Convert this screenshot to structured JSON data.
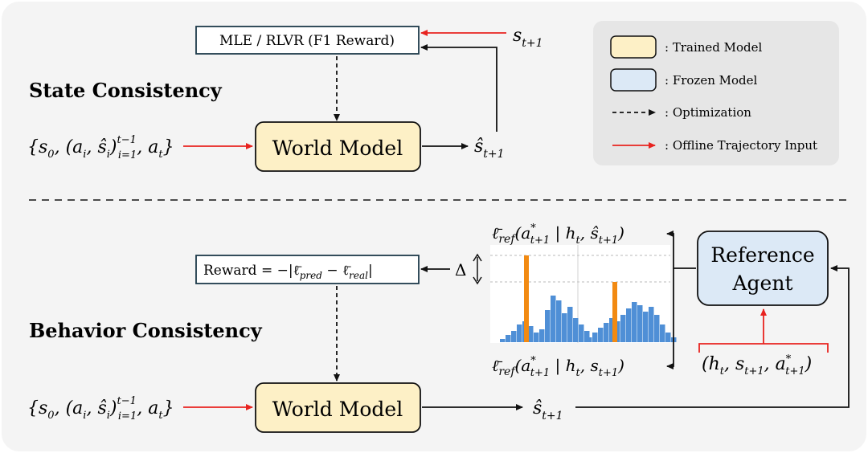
{
  "colors": {
    "background": "#f4f4f4",
    "trained": "#fdf0c6",
    "frozen": "#dce9f6",
    "red_arrow": "#e8231f",
    "bar_blue": "#4f8fd6",
    "bar_orange": "#f28a12"
  },
  "legend": {
    "trained_label": ": Trained Model",
    "frozen_label": ": Frozen Model",
    "optimization_label": ": Optimization",
    "offline_label": ": Offline Trajectory Input"
  },
  "state": {
    "title": "State Consistency",
    "objective_label": "MLE / RLVR (F1 Reward)",
    "world_model_label": "World Model",
    "target_state": "s",
    "target_sub": "t+1",
    "predicted_state": "ŝ",
    "predicted_sub": "t+1"
  },
  "behavior": {
    "title": "Behavior Consistency",
    "reward_label": "Reward = −|ℓ̄",
    "reward_pred_sub": "pred",
    "reward_minus": " − ℓ̄",
    "reward_real_sub": "real",
    "reward_close": "|",
    "delta_label": "Δ",
    "world_model_label": "World Model",
    "predicted_state": "ŝ",
    "predicted_sub": "t+1",
    "reference_agent_line1": "Reference",
    "reference_agent_line2": "Agent",
    "agent_input": "(h, s, a*)",
    "ref_loss_pred": "ℓ̄ref(a*t+1 | ht, ŝt+1)",
    "ref_loss_real": "ℓ̄ref(a*t+1 | ht, st+1)"
  },
  "history_input": "{s0, (ai, ŝi) t−1 i=1, at}"
}
